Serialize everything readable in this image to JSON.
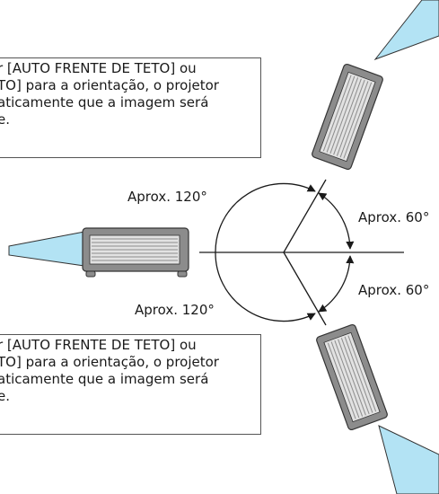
{
  "notes": {
    "top": {
      "lines": [
        "r [AUTO FRENTE DE TETO] ou",
        "TO] para a orientação, o projetor",
        "aticamente que a imagem será",
        "e."
      ]
    },
    "bottom": {
      "lines": [
        "r [AUTO FRENTE DE TETO] ou",
        "TO] para a orientação, o projetor",
        "aticamente que a imagem será",
        "e."
      ]
    }
  },
  "angle_labels": {
    "upper_left": "Aprox. 120°",
    "right_top": "Aprox. 60°",
    "right_bottom": "Aprox. 60°",
    "lower_left": "Aprox. 120°"
  },
  "colors": {
    "projector_body": "#8c8c8c",
    "projector_outline": "#333333",
    "light_beam": "#b3e3f4",
    "line": "#1a1a1a"
  }
}
